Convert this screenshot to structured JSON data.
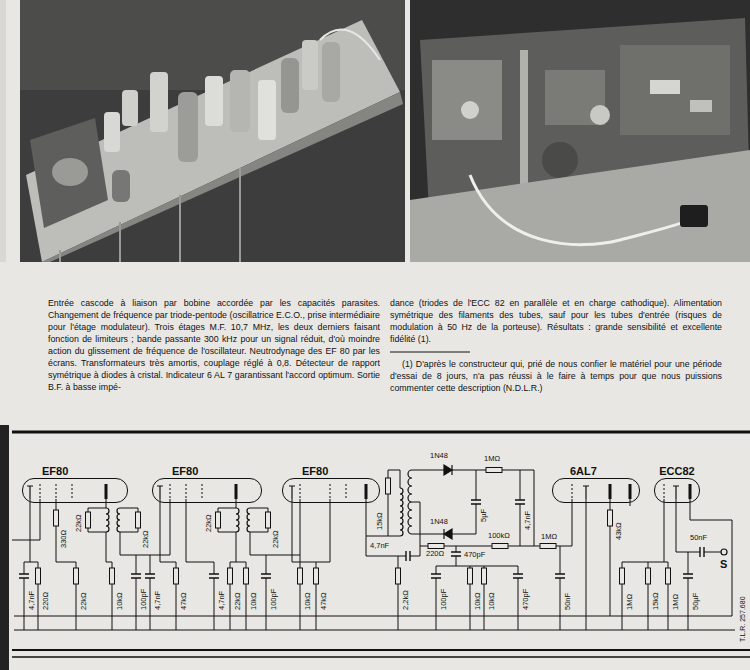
{
  "diagram": {
    "nodes": [
      {
        "text": [
          "EF80"
        ]
      },
      {
        "text": [
          "EF80"
        ]
      },
      {
        "text": [
          "EF80"
        ]
      },
      {
        "text": [
          "6AL7"
        ]
      },
      {
        "text": [
          "ECC82"
        ]
      }
    ],
    "labels": [
      "Entrée cascode à liaison par bobine accordée par les capacités parasites. Changement de fréquence par triode-pentode (oscillatrice E.C.O., prise intermédiaire pour l'étage modulateur). Trois étages M.F. 10,7 MHz, les deux derniers faisant fonction de limiteurs ; bande passante 300 kHz pour un signal réduit, d'où moindre action du glissement de fréquence de l'oscillateur. Neutrodynage des EF 80 par les écrans. Transformateurs très amortis, couplage réglé à 0,8. Détecteur de rapport symétrique à diodes à cristal. Indicateur 6 AL 7 garantissant l'accord optimum. Sortie B.F. à basse impé-",
      "dance (triodes de l'ECC 82 en parallèle et en charge cathodique). Alimentation symétrique des filaments des tubes, sauf pour les tubes d'entrée (risques de modulation à 50 Hz de la porteuse). Résultats : grande sensibilité et excellente fidélité (1).",
      "(1) D'après le constructeur qui, prié de nous confier le matériel pour une période d'essai de 8 jours, n'a pas réussi à le faire à temps pour que nous puissions commenter cette description (N.D.L.R.)",
      "4,7nF",
      "220Ω",
      "330Ω",
      "22kΩ",
      "22kΩ",
      "22kΩ",
      "10kΩ",
      "100pF",
      "4,7nF",
      "22kΩ",
      "22kΩ",
      "47kΩ",
      "4,7nF",
      "22kΩ",
      "10kΩ",
      "100pF",
      "15kΩ",
      "4,7nF",
      "10kΩ",
      "47kΩ",
      "2,2kΩ",
      "1N48",
      "1N48",
      "1MΩ",
      "5µF",
      "4,7nF",
      "220Ω",
      "470pF",
      "100kΩ",
      "1MΩ",
      "100pF",
      "10kΩ",
      "10kΩ",
      "470pF",
      "50nF",
      "43kΩ",
      "1MΩ",
      "15kΩ",
      "1MΩ",
      "50nF",
      "50µF",
      "S",
      "T.L.R. 257.680"
    ]
  }
}
